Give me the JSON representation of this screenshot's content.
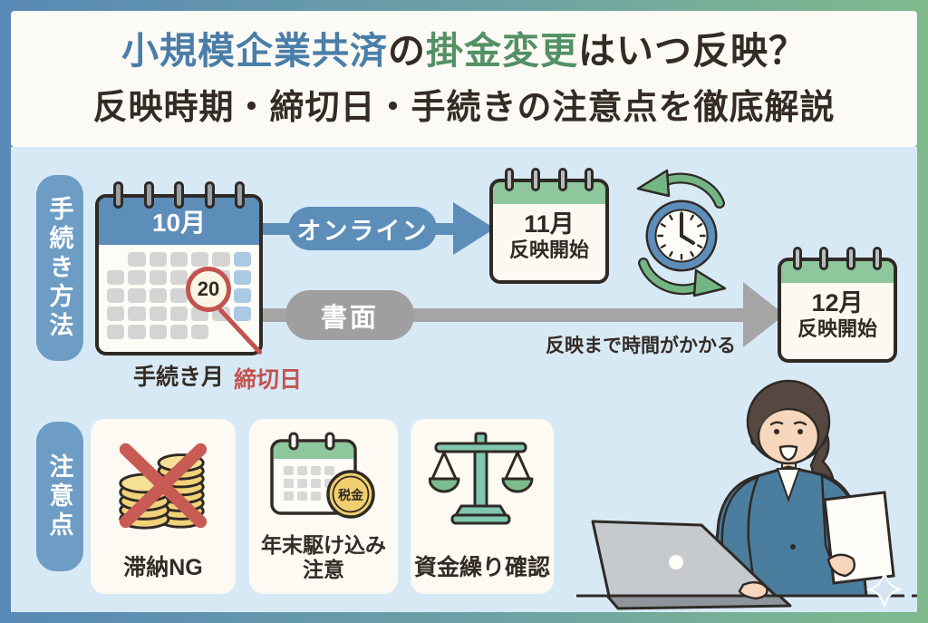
{
  "title": {
    "l1_blue": "小規模企業共済",
    "l1_dark1": "の",
    "l1_green": "掛金変更",
    "l1_dark2": "はいつ反映？",
    "l2": "反映時期・締切日・手続きの注意点を徹底解説"
  },
  "sidebar": {
    "procedure": "手続き方法",
    "caution": "注意点"
  },
  "flow": {
    "start_month": "10月",
    "deadline_day": "20",
    "start_caption": "手続き月",
    "deadline_label": "締切日",
    "online_label": "オンライン",
    "online_result_month": "11月",
    "online_result_text": "反映開始",
    "paper_label": "書面",
    "paper_note": "反映まで時間がかかる",
    "paper_result_month": "12月",
    "paper_result_text": "反映開始"
  },
  "cautions": {
    "item1_label": "滞納NG",
    "item2_label_line1": "年末駆け込み",
    "item2_label_line2": "注意",
    "item2_coin": "税金",
    "item3_label": "資金繰り確認"
  },
  "icons": {
    "start_calendar": "calendar-icon",
    "result_calendars": "calendar-icon",
    "sync": "clock-sync-icon",
    "item1": "coins-crossed-icon",
    "item2": "calendar-tax-coin-icon",
    "item3": "balance-scale-icon",
    "illustration": "woman-laptop-illustration"
  },
  "colors": {
    "border_gradient_start": "#5989b6",
    "border_gradient_end": "#7fba8c",
    "title_bg": "#fcfaf5",
    "main_bg": "#d8e9f6",
    "title_blue": "#4a7ea9",
    "title_green": "#539165",
    "text_dark": "#342c24",
    "sidebar_blue": "#6d9cc4",
    "flow_blue": "#5d8db9",
    "flow_gray": "#a5a5a5",
    "accent_red": "#c4524e",
    "calendar_green": "#8dc79b",
    "card_bg": "#fcfaf3",
    "coin_gold": "#f1d173"
  }
}
